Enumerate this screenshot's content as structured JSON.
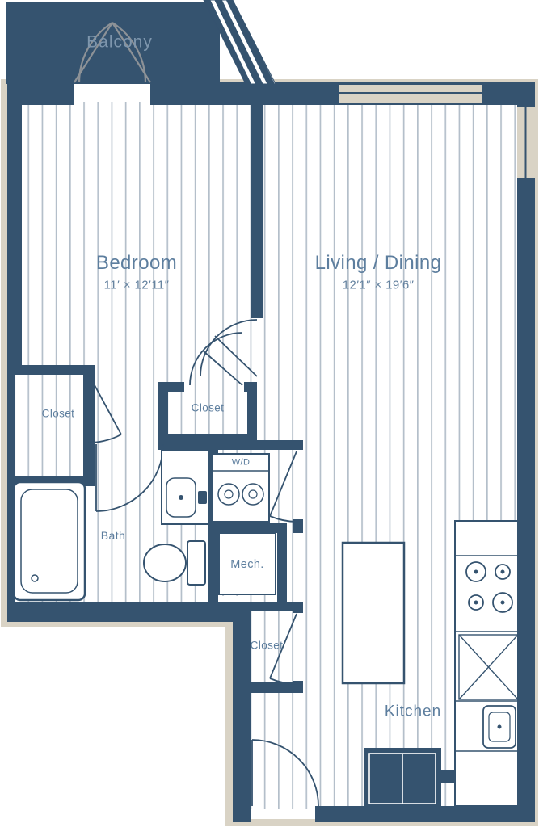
{
  "plan": {
    "balcony": {
      "label": "Balcony"
    },
    "bedroom": {
      "label": "Bedroom",
      "dims": "11′ × 12′11″"
    },
    "living": {
      "label": "Living / Dining",
      "dims": "12′1″ × 19′6″"
    },
    "closet_bedroom": {
      "label": "Closet"
    },
    "closet_hall": {
      "label": "Closet"
    },
    "bath": {
      "label": "Bath"
    },
    "laundry": {
      "label": "W/D"
    },
    "mech": {
      "label": "Mech."
    },
    "closet_lower": {
      "label": "Closet"
    },
    "kitchen": {
      "label": "Kitchen"
    }
  },
  "colors": {
    "wall": "#35536f",
    "floor_stripe": "#b4bfca",
    "trim": "#d9d3c5",
    "label_text": "#5d7e9e",
    "balcony_text": "#7e96ad"
  }
}
